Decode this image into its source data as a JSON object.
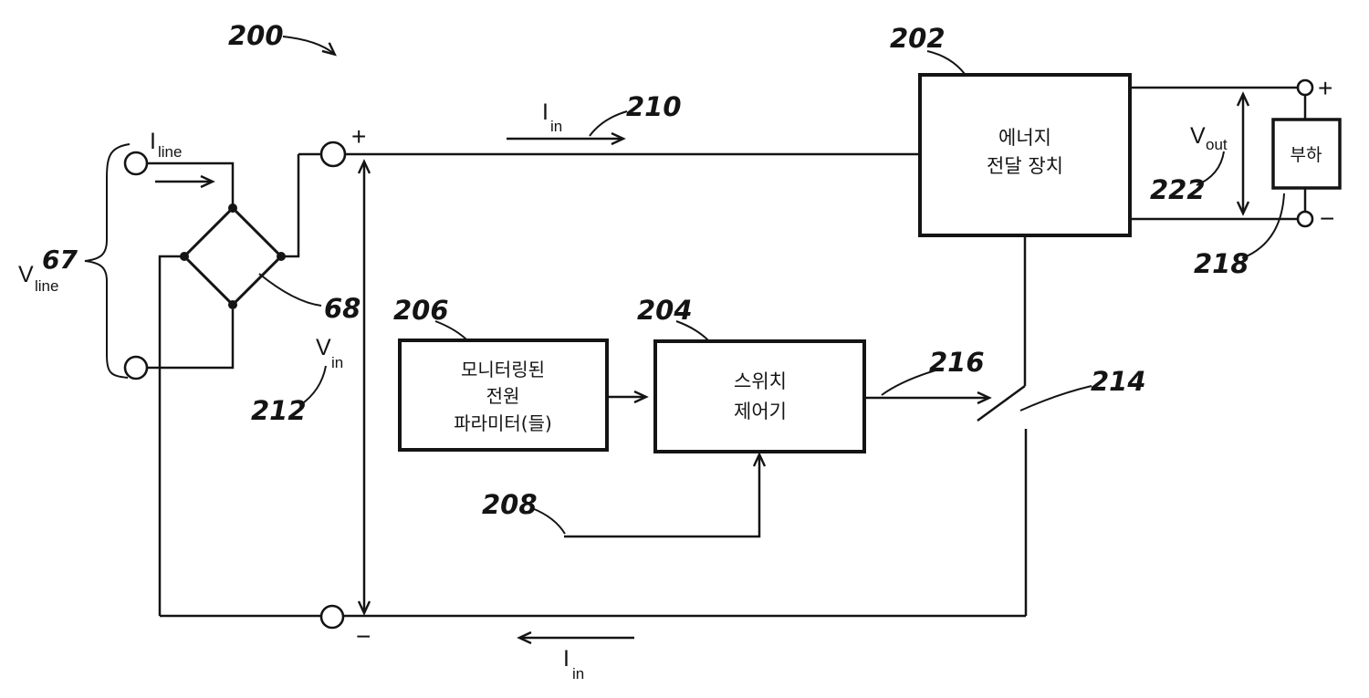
{
  "figure": {
    "reference": "200",
    "type": "block-circuit-diagram"
  },
  "colors": {
    "ink": "#141414",
    "paper": "#ffffff"
  },
  "refs": {
    "r200": "200",
    "r202": "202",
    "r204": "204",
    "r206": "206",
    "r208": "208",
    "r210": "210",
    "r212": "212",
    "r214": "214",
    "r216": "216",
    "r218": "218",
    "r222": "222",
    "r67": "67",
    "r68": "68"
  },
  "signals": {
    "i_line": {
      "main": "I",
      "sub": "line"
    },
    "v_line": {
      "main": "V",
      "sub": "line"
    },
    "v_in": {
      "main": "V",
      "sub": "in"
    },
    "v_out": {
      "main": "V",
      "sub": "out"
    },
    "i_in_top": {
      "main": "I",
      "sub": "in"
    },
    "i_in_bottom": {
      "main": "I",
      "sub": "in"
    }
  },
  "terminals": {
    "input_plus": "+",
    "input_minus": "−",
    "output_plus": "+",
    "output_minus": "−"
  },
  "blocks": {
    "energy_transfer": {
      "ref": "202",
      "lines": [
        "에너지",
        "전달 장치"
      ]
    },
    "switch_controller": {
      "ref": "204",
      "lines": [
        "스위치",
        "제어기"
      ]
    },
    "monitored_source_parameters": {
      "ref": "206",
      "lines": [
        "모니터링된",
        "전원",
        "파라미터(들)"
      ]
    },
    "load": {
      "ref": "218",
      "lines": [
        "부하"
      ]
    }
  }
}
